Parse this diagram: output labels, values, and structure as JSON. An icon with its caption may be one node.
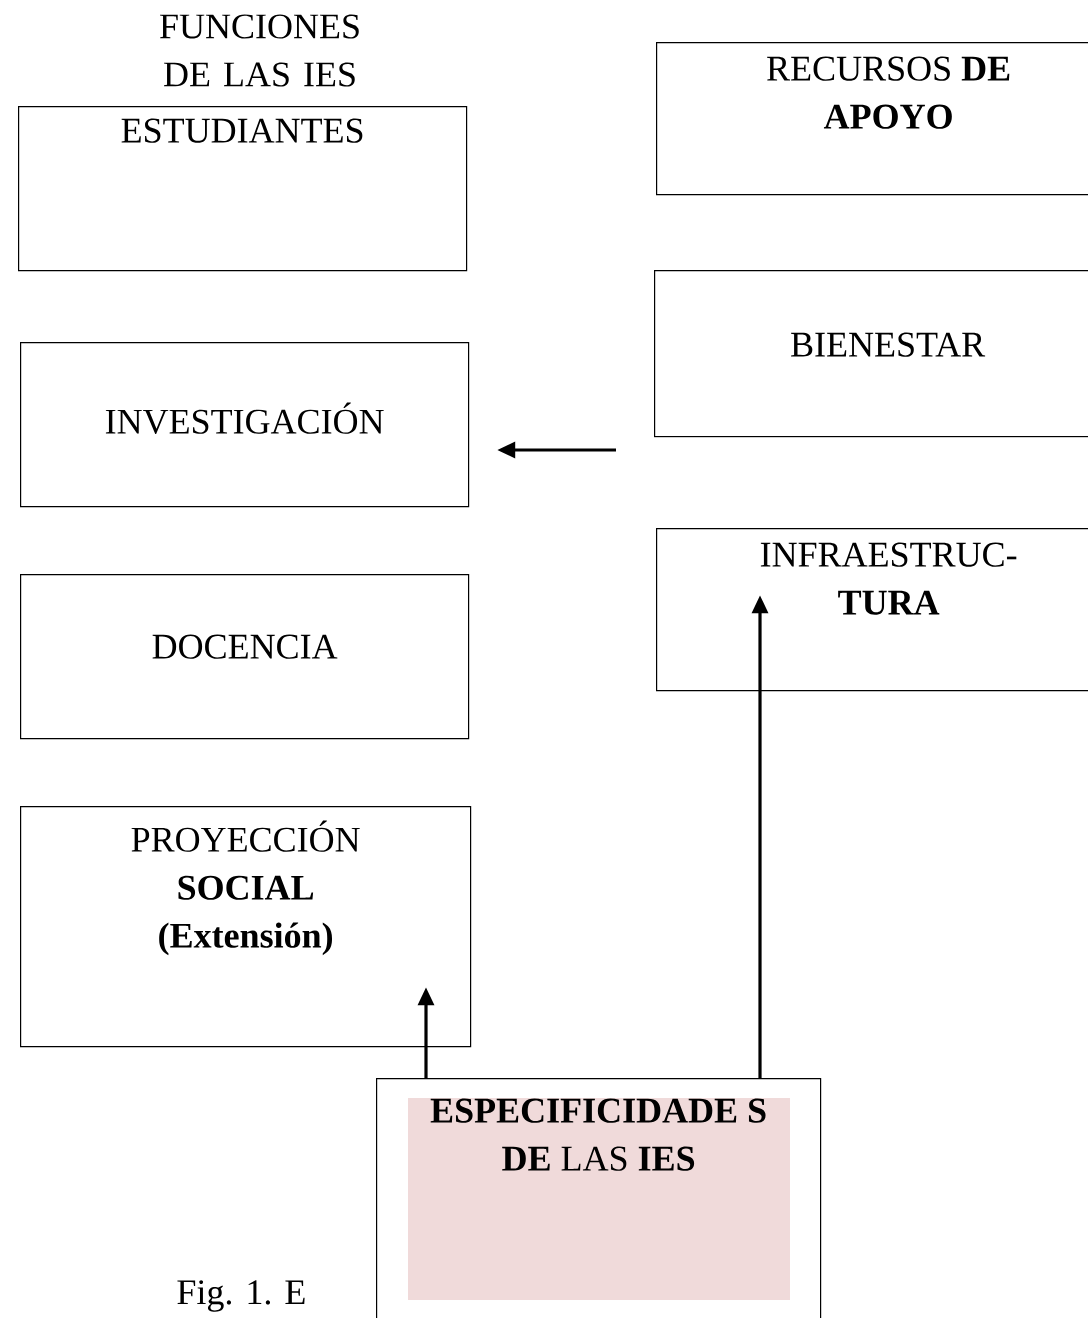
{
  "diagram": {
    "title": "FUNCIONES DE LAS IES",
    "caption": "Fig. 1. E",
    "nodes": [
      {
        "text": [
          "ESTUDIANTES"
        ]
      },
      {
        "text": [
          "INVESTIGACIÓN"
        ]
      },
      {
        "text": [
          "DOCENCIA"
        ]
      },
      {
        "text": [
          "PROYECCIÓN **SOCIAL (Extensión)**"
        ]
      },
      {
        "text": [
          "RECURSOS **DE APOYO**"
        ]
      },
      {
        "text": [
          "BIENESTAR"
        ]
      },
      {
        "text": [
          "INFRAESTRUC- **TURA**"
        ]
      },
      {
        "text": [
          "**ESPECIFICIDADE S DE** LAS **IES**"
        ]
      }
    ],
    "edges": [
      {
        "from": 5,
        "to": 1,
        "arrow": "to"
      },
      {
        "from": 7,
        "to": 3,
        "arrow": "to"
      },
      {
        "from": 7,
        "to": 6,
        "arrow": "to"
      }
    ]
  }
}
